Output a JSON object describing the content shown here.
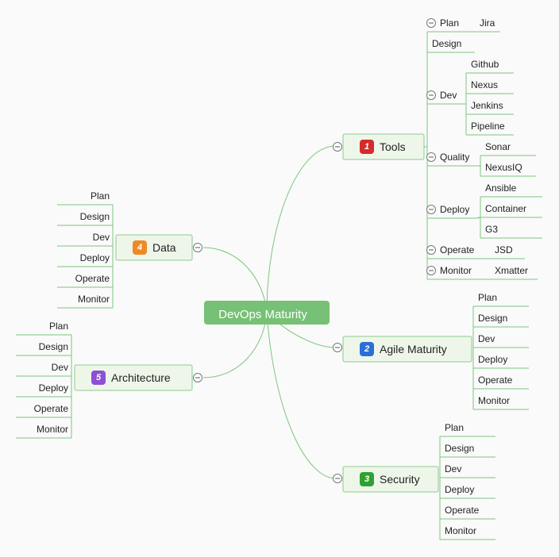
{
  "root": {
    "label": "DevOps Maturity",
    "color": "#76c175"
  },
  "branches": {
    "tools": {
      "label": "Tools",
      "number": "1",
      "badge_color": "#d62b2b",
      "children": [
        {
          "label": "Plan",
          "children": [
            "Jira"
          ]
        },
        {
          "label": "Design",
          "children": []
        },
        {
          "label": "Dev",
          "children": [
            "Github",
            "Nexus",
            "Jenkins",
            "Pipeline"
          ]
        },
        {
          "label": "Quality",
          "children": [
            "Sonar",
            "NexusIQ"
          ]
        },
        {
          "label": "Deploy",
          "children": [
            "Ansible",
            "Container",
            "G3"
          ]
        },
        {
          "label": "Operate",
          "children": [
            "JSD"
          ]
        },
        {
          "label": "Monitor",
          "children": [
            "Xmatter"
          ]
        }
      ]
    },
    "agile": {
      "label": "Agile Maturity",
      "number": "2",
      "badge_color": "#2a6fd6",
      "children": [
        "Plan",
        "Design",
        "Dev",
        "Deploy",
        "Operate",
        "Monitor"
      ]
    },
    "security": {
      "label": "Security",
      "number": "3",
      "badge_color": "#2fa12f",
      "children": [
        "Plan",
        "Design",
        "Dev",
        "Deploy",
        "Operate",
        "Monitor"
      ]
    },
    "data": {
      "label": "Data",
      "number": "4",
      "badge_color": "#ee8a25",
      "children": [
        "Plan",
        "Design",
        "Dev",
        "Deploy",
        "Operate",
        "Monitor"
      ]
    },
    "architecture": {
      "label": "Architecture",
      "number": "5",
      "badge_color": "#8d4fd8",
      "children": [
        "Plan",
        "Design",
        "Dev",
        "Deploy",
        "Operate",
        "Monitor"
      ]
    }
  }
}
